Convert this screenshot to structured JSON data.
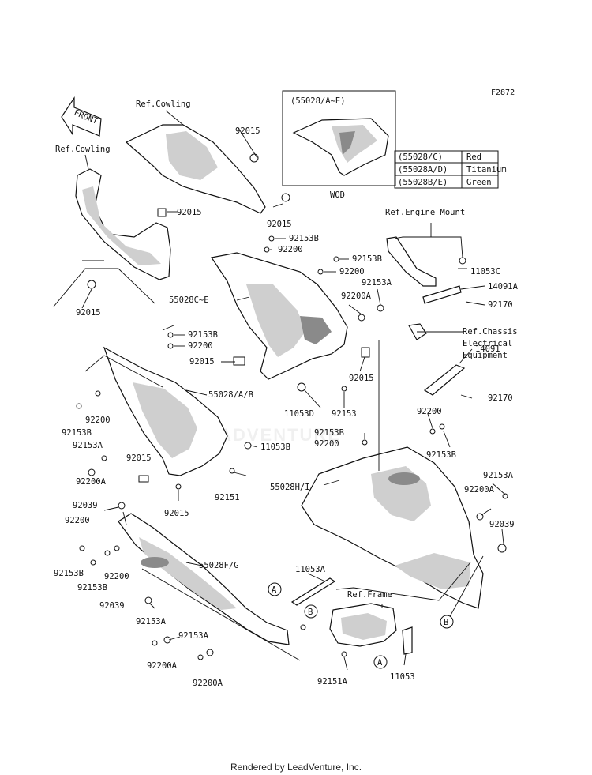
{
  "figure_code": "F2872",
  "watermark": "LEADVENTURE",
  "footer": "Rendered by LeadVenture, Inc.",
  "front_label": "FRONT",
  "ref_labels": {
    "cowling_upper": "Ref.Cowling",
    "cowling_left": "Ref.Cowling",
    "engine_mount": "Ref.Engine Mount",
    "chassis_line1": "Ref.Chassis",
    "chassis_line2": "Electrical",
    "chassis_line3": "Equipment",
    "frame": "Ref.Frame"
  },
  "inset": {
    "title": "(55028/A~E)",
    "caption": "WOD"
  },
  "color_table": [
    {
      "part": "(55028/C)",
      "color": "Red"
    },
    {
      "part": "(55028A/D)",
      "color": "Titanium"
    },
    {
      "part": "(55028B/E)",
      "color": "Green"
    }
  ],
  "callouts": [
    {
      "id": "c1",
      "text": "92015"
    },
    {
      "id": "c2",
      "text": "92015"
    },
    {
      "id": "c3",
      "text": "92015"
    },
    {
      "id": "c4",
      "text": "92015"
    },
    {
      "id": "c5",
      "text": "92153B"
    },
    {
      "id": "c6",
      "text": "92200"
    },
    {
      "id": "c7",
      "text": "92153B"
    },
    {
      "id": "c8",
      "text": "92200"
    },
    {
      "id": "c9",
      "text": "55028C~E"
    },
    {
      "id": "c10",
      "text": "92153A"
    },
    {
      "id": "c11",
      "text": "92200A"
    },
    {
      "id": "c12",
      "text": "11053C"
    },
    {
      "id": "c13",
      "text": "14091A"
    },
    {
      "id": "c14",
      "text": "92170"
    },
    {
      "id": "c15",
      "text": "92153B"
    },
    {
      "id": "c16",
      "text": "92200"
    },
    {
      "id": "c17",
      "text": "92015"
    },
    {
      "id": "c18",
      "text": "55028/A/B"
    },
    {
      "id": "c19",
      "text": "92015"
    },
    {
      "id": "c20",
      "text": "11053D"
    },
    {
      "id": "c21",
      "text": "92153"
    },
    {
      "id": "c22",
      "text": "14091"
    },
    {
      "id": "c23",
      "text": "92170"
    },
    {
      "id": "c24",
      "text": "92200"
    },
    {
      "id": "c25",
      "text": "92153B"
    },
    {
      "id": "c26",
      "text": "92153A"
    },
    {
      "id": "c27",
      "text": "92200A"
    },
    {
      "id": "c28",
      "text": "92015"
    },
    {
      "id": "c29",
      "text": "11053B"
    },
    {
      "id": "c30",
      "text": "92151"
    },
    {
      "id": "c31",
      "text": "92015"
    },
    {
      "id": "c32",
      "text": "92153B"
    },
    {
      "id": "c33",
      "text": "92200"
    },
    {
      "id": "c34",
      "text": "92200"
    },
    {
      "id": "c35",
      "text": "92153B"
    },
    {
      "id": "c36",
      "text": "55028H/I"
    },
    {
      "id": "c37",
      "text": "92153A"
    },
    {
      "id": "c38",
      "text": "92200A"
    },
    {
      "id": "c39",
      "text": "92039"
    },
    {
      "id": "c40",
      "text": "92039"
    },
    {
      "id": "c41",
      "text": "92200"
    },
    {
      "id": "c42",
      "text": "92153B"
    },
    {
      "id": "c43",
      "text": "92153B"
    },
    {
      "id": "c44",
      "text": "92200"
    },
    {
      "id": "c45",
      "text": "55028F/G"
    },
    {
      "id": "c46",
      "text": "92039"
    },
    {
      "id": "c47",
      "text": "11053A"
    },
    {
      "id": "c48",
      "text": "92153A"
    },
    {
      "id": "c49",
      "text": "92153A"
    },
    {
      "id": "c50",
      "text": "92200A"
    },
    {
      "id": "c51",
      "text": "92200A"
    },
    {
      "id": "c52",
      "text": "92151A"
    },
    {
      "id": "c53",
      "text": "11053"
    }
  ],
  "markers": [
    {
      "id": "m1",
      "text": "A"
    },
    {
      "id": "m2",
      "text": "B"
    },
    {
      "id": "m3",
      "text": "A"
    },
    {
      "id": "m4",
      "text": "B"
    }
  ]
}
